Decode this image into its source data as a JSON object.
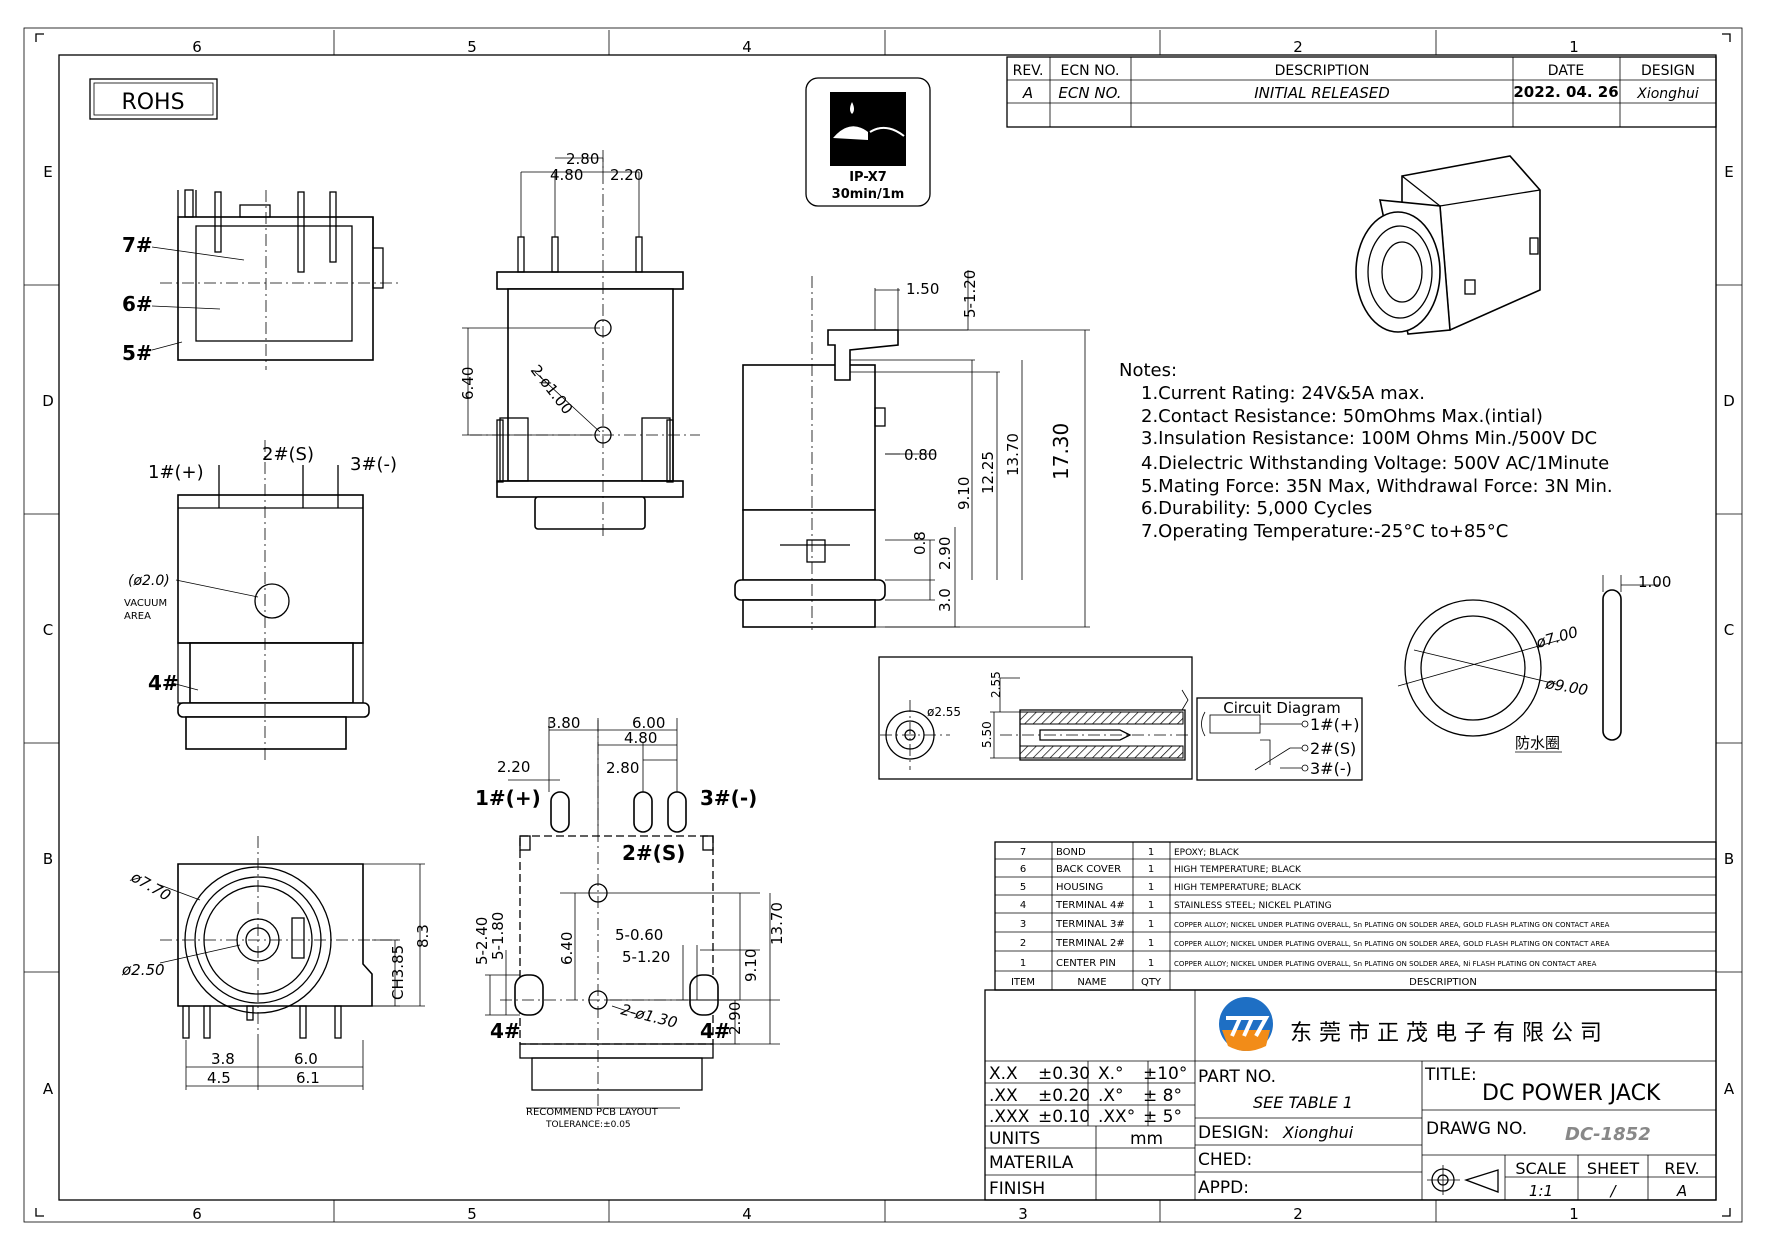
{
  "frame": {
    "col_labels": [
      "6",
      "5",
      "4",
      "3",
      "2",
      "1"
    ],
    "row_labels": [
      "E",
      "D",
      "C",
      "B",
      "A"
    ]
  },
  "rohs_label": "ROHS",
  "ip_badge": {
    "line1": "IP-X7",
    "line2": "30min/1m"
  },
  "revision_table": {
    "headers": {
      "rev": "REV.",
      "ecn": "ECN NO.",
      "desc": "DESCRIPTION",
      "date": "DATE",
      "design": "DESIGN"
    },
    "rows": [
      {
        "rev": "A",
        "ecn": "ECN NO.",
        "desc": "INITIAL RELEASED",
        "date": "2022. 04. 26",
        "design": "Xionghui"
      }
    ]
  },
  "notes": {
    "title": "Notes:",
    "items": [
      "1.Current Rating: 24V&5A max.",
      "2.Contact Resistance: 50mOhms Max.(intial)",
      "3.Insulation Resistance: 100M Ohms Min./500V DC",
      "4.Dielectric Withstanding Voltage: 500V AC/1Minute",
      "5.Mating Force: 35N Max, Withdrawal Force: 3N Min.",
      "6.Durability: 5,000 Cycles",
      "7.Operating Temperature:-25°C to+85°C"
    ]
  },
  "views": {
    "top_labels": {
      "l7": "7#",
      "l6": "6#",
      "l5": "5#"
    },
    "front_labels": {
      "pin1": "1#(+)",
      "pin2": "2#(S)",
      "pin3": "3#(-)",
      "vac": "(ø2.0)",
      "vac2": "VACUUM",
      "vac3": "AREA",
      "l4": "4#"
    },
    "rear_dims": {
      "d1": "ø7.70",
      "d2": "ø2.50",
      "d3": "CH3.85",
      "d4": "8.3",
      "d5": "3.8",
      "d6": "6.0",
      "d7": "4.5",
      "d8": "6.1"
    },
    "mid_dims": {
      "d1": "2.80",
      "d2": "4.80",
      "d3": "2.20",
      "d4": "6.40",
      "d5": "2-ø1.00"
    },
    "side_dims": {
      "d1": "1.50",
      "d2": "5-1.20",
      "d3": "0.80",
      "d4": "0.8",
      "d5": "2.90",
      "d6": "3.0",
      "d7": "9.10",
      "d8": "12.25",
      "d9": "13.70",
      "d10": "17.30"
    },
    "pcb": {
      "d1": "3.80",
      "d2": "6.00",
      "d3": "4.80",
      "d4": "2.20",
      "d5": "2.80",
      "pin1": "1#(+)",
      "pin3": "3#(-)",
      "pin2": "2#(S)",
      "d6": "5-0.60",
      "d7": "5-1.20",
      "d8": "6.40",
      "d9": "9.10",
      "d10": "13.70",
      "d11": "5-2.40",
      "d12": "5-1.80",
      "d13": "2-ø1.30",
      "d14": "2.90",
      "l4a": "4#",
      "l4b": "4#",
      "caption1": "RECOMMEND PCB LAYOUT",
      "caption2": "TOLERANCE:±0.05"
    },
    "section": {
      "d1": "ø2.55",
      "d2": "2.55",
      "d3": "5.50"
    },
    "circuit": {
      "title": "Circuit Diagram",
      "p1": "1#(+)",
      "p2": "2#(S)",
      "p3": "3#(-)"
    },
    "ring": {
      "d1": "ø7.00",
      "d2": "ø9.00",
      "d3": "1.00",
      "label": "防水圈"
    }
  },
  "bom": {
    "headers": {
      "item": "ITEM",
      "name": "NAME",
      "qty": "QTY",
      "desc": "DESCRIPTION"
    },
    "rows": [
      {
        "item": "7",
        "name": "BOND",
        "qty": "1",
        "desc": "EPOXY; BLACK"
      },
      {
        "item": "6",
        "name": "BACK COVER",
        "qty": "1",
        "desc": "HIGH TEMPERATURE; BLACK"
      },
      {
        "item": "5",
        "name": "HOUSING",
        "qty": "1",
        "desc": "HIGH TEMPERATURE; BLACK"
      },
      {
        "item": "4",
        "name": "TERMINAL 4#",
        "qty": "1",
        "desc": "STAINLESS STEEL; NICKEL PLATING"
      },
      {
        "item": "3",
        "name": "TERMINAL 3#",
        "qty": "1",
        "desc": "COPPER ALLOY; NICKEL UNDER PLATING OVERALL, Sn PLATING ON SOLDER AREA, GOLD FLASH PLATING ON CONTACT AREA"
      },
      {
        "item": "2",
        "name": "TERMINAL 2#",
        "qty": "1",
        "desc": "COPPER ALLOY; NICKEL UNDER PLATING OVERALL, Sn PLATING ON SOLDER AREA, GOLD FLASH PLATING ON CONTACT AREA"
      },
      {
        "item": "1",
        "name": "CENTER PIN",
        "qty": "1",
        "desc": "COPPER ALLOY; NICKEL UNDER PLATING OVERALL, Sn PLATING ON SOLDER AREA, Ni FLASH PLATING ON CONTACT AREA"
      }
    ]
  },
  "title_block": {
    "company": "东 莞 市 正 茂 电 子 有 限 公 司",
    "tolerances": [
      {
        "k": "X.X",
        "v": "±0.30",
        "ak": "X.°",
        "av": "±10°"
      },
      {
        "k": ".XX",
        "v": "±0.20",
        "ak": ".X°",
        "av": "± 8°"
      },
      {
        "k": ".XXX",
        "v": "±0.10",
        "ak": ".XX°",
        "av": "± 5°"
      }
    ],
    "units_label": "UNITS",
    "units_value": "mm",
    "material_label": "MATERILA",
    "finish_label": "FINISH",
    "part_no_label": "PART NO.",
    "part_no_value": "SEE TABLE 1",
    "design_label": "DESIGN:",
    "design_value": "Xionghui",
    "ched_label": "CHED:",
    "appd_label": "APPD:",
    "title_label": "TITLE:",
    "title_value": "DC POWER JACK",
    "drawg_label": "DRAWG NO.",
    "drawg_value": "DC-1852",
    "scale_label": "SCALE",
    "scale_value": "1:1",
    "sheet_label": "SHEET",
    "sheet_value": "/",
    "rev_label": "REV.",
    "rev_value": "A"
  },
  "colors": {
    "line": "#000000",
    "logo_blue": "#1e6fc4",
    "logo_orange": "#f28c18",
    "drawg_no": "#888888"
  }
}
